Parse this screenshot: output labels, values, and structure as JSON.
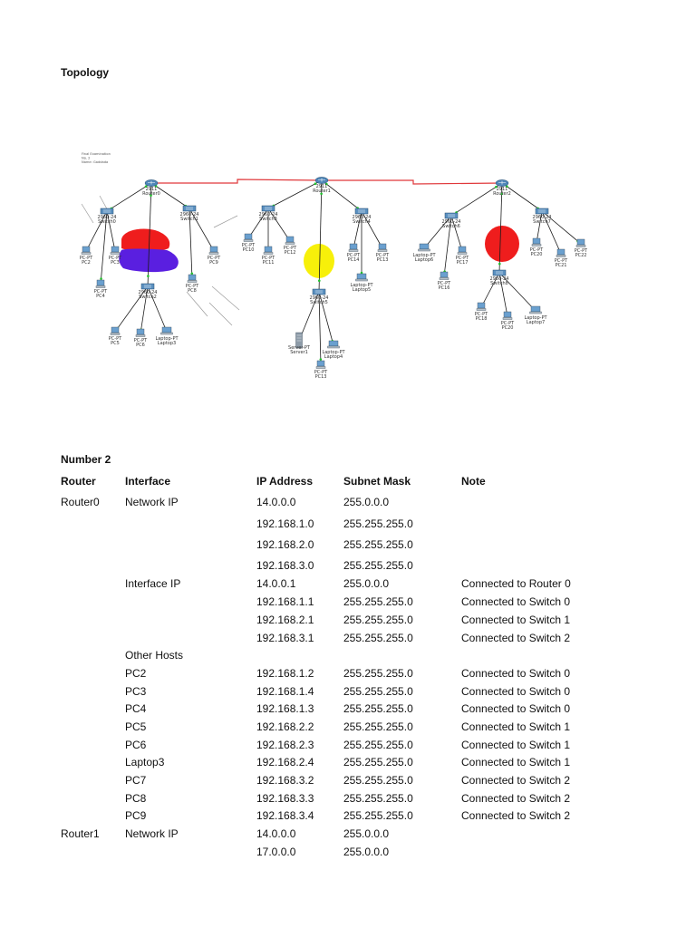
{
  "topology_heading": "Topology",
  "diagram": {
    "note_lines": [
      "Final Examination",
      "No. 2",
      "Name: Gaddada"
    ],
    "routers": [
      {
        "id": "r0",
        "type": "2911",
        "name": "Router0"
      },
      {
        "id": "r1",
        "type": "2911",
        "name": "Router1"
      },
      {
        "id": "r2",
        "type": "2911",
        "name": "Router2"
      }
    ],
    "switches": [
      {
        "id": "s0",
        "type": "2960-24",
        "name": "Switch0"
      },
      {
        "id": "s1",
        "type": "2960-24",
        "name": "Switch1"
      },
      {
        "id": "s2",
        "type": "2960-24",
        "name": "Switch2"
      },
      {
        "id": "s3",
        "type": "2960-24",
        "name": "Switch3"
      },
      {
        "id": "s4",
        "type": "2960-24",
        "name": "Switch4"
      },
      {
        "id": "s5",
        "type": "2960-24",
        "name": "Switch5"
      },
      {
        "id": "s6",
        "type": "2960-24",
        "name": "Switch6"
      },
      {
        "id": "s7",
        "type": "2960-24",
        "name": "Switch7"
      },
      {
        "id": "s8",
        "type": "2960-24",
        "name": "Switch8"
      }
    ],
    "hosts": [
      {
        "id": "h1",
        "type": "PC-PT",
        "name": "PC2"
      },
      {
        "id": "h2",
        "type": "PC-PT",
        "name": "PC3"
      },
      {
        "id": "h3",
        "type": "PC-PT",
        "name": "PC4"
      },
      {
        "id": "h4",
        "type": "PC-PT",
        "name": "PC8"
      },
      {
        "id": "h5",
        "type": "PC-PT",
        "name": "PC9"
      },
      {
        "id": "h6",
        "type": "PC-PT",
        "name": "PC5"
      },
      {
        "id": "h7",
        "type": "PC-PT",
        "name": "PC6"
      },
      {
        "id": "h8",
        "type": "Laptop-PT",
        "name": "Laptop3"
      },
      {
        "id": "h9",
        "type": "PC-PT",
        "name": "PC10"
      },
      {
        "id": "h10",
        "type": "PC-PT",
        "name": "PC11"
      },
      {
        "id": "h11",
        "type": "PC-PT",
        "name": "PC12"
      },
      {
        "id": "h12",
        "type": "PC-PT",
        "name": "PC14"
      },
      {
        "id": "h13",
        "type": "PC-PT",
        "name": "PC13"
      },
      {
        "id": "h14",
        "type": "Laptop-PT",
        "name": "Laptop5"
      },
      {
        "id": "h15",
        "type": "Server-PT",
        "name": "Server1"
      },
      {
        "id": "h16",
        "type": "Laptop-PT",
        "name": "Laptop4"
      },
      {
        "id": "h17",
        "type": "PC-PT",
        "name": "PC13"
      },
      {
        "id": "h18",
        "type": "Laptop-PT",
        "name": "Laptop6"
      },
      {
        "id": "h19",
        "type": "PC-PT",
        "name": "PC17"
      },
      {
        "id": "h20",
        "type": "PC-PT",
        "name": "PC16"
      },
      {
        "id": "h21",
        "type": "PC-PT",
        "name": "PC20"
      },
      {
        "id": "h22",
        "type": "PC-PT",
        "name": "PC21"
      },
      {
        "id": "h23",
        "type": "PC-PT",
        "name": "PC22"
      },
      {
        "id": "h24",
        "type": "PC-PT",
        "name": "PC18"
      },
      {
        "id": "h25",
        "type": "PC-PT",
        "name": "PC20"
      },
      {
        "id": "h26",
        "type": "Laptop-PT",
        "name": "Laptop7"
      }
    ],
    "wan_link_color": "#e0383b",
    "lan_link_color": "#1a1a1a",
    "status_color": "#22c22e",
    "highlight_colors": {
      "red": "#ef1d1d",
      "blue": "#5a1fe0",
      "yellow": "#f7f00a"
    }
  },
  "number_heading": "Number  2",
  "table": {
    "headers": [
      "Router",
      "Interface",
      "IP Address",
      "Subnet Mask",
      "Note"
    ],
    "rows": [
      [
        "Router0",
        "Network IP",
        "14.0.0.0",
        "255.0.0.0",
        ""
      ],
      [
        "",
        "",
        "192.168.1.0",
        "255.255.255.0",
        ""
      ],
      [
        "",
        "",
        "192.168.2.0",
        "255.255.255.0",
        ""
      ],
      [
        "",
        "",
        "192.168.3.0",
        "255.255.255.0",
        ""
      ],
      [
        "",
        "Interface IP",
        "14.0.0.1",
        "255.0.0.0",
        "Connected to Router 0"
      ],
      [
        "",
        "",
        "192.168.1.1",
        "255.255.255.0",
        "Connected to Switch 0"
      ],
      [
        "",
        "",
        "192.168.2.1",
        "255.255.255.0",
        "Connected to Switch 1"
      ],
      [
        "",
        "",
        "192.168.3.1",
        "255.255.255.0",
        "Connected to Switch 2"
      ],
      [
        "",
        "Other Hosts",
        "",
        "",
        ""
      ],
      [
        "",
        "PC2",
        "192.168.1.2",
        "255.255.255.0",
        "Connected to Switch 0"
      ],
      [
        "",
        "PC3",
        "192.168.1.4",
        "255.255.255.0",
        "Connected to Switch 0"
      ],
      [
        "",
        "PC4",
        "192.168.1.3",
        "255.255.255.0",
        "Connected to Switch 0"
      ],
      [
        "",
        "PC5",
        "192.168.2.2",
        "255.255.255.0",
        "Connected to Switch 1"
      ],
      [
        "",
        "PC6",
        "192.168.2.3",
        "255.255.255.0",
        "Connected to Switch 1"
      ],
      [
        "",
        "Laptop3",
        "192.168.2.4",
        "255.255.255.0",
        "Connected to Switch 1"
      ],
      [
        "",
        "PC7",
        "192.168.3.2",
        "255.255.255.0",
        "Connected to Switch 2"
      ],
      [
        "",
        "PC8",
        "192.168.3.3",
        "255.255.255.0",
        "Connected to Switch 2"
      ],
      [
        "",
        "PC9",
        "192.168.3.4",
        "255.255.255.0",
        "Connected to Switch 2"
      ],
      [
        "Router1",
        "Network IP",
        "14.0.0.0",
        "255.0.0.0",
        ""
      ],
      [
        "",
        "",
        "17.0.0.0",
        "255.0.0.0",
        ""
      ]
    ]
  }
}
